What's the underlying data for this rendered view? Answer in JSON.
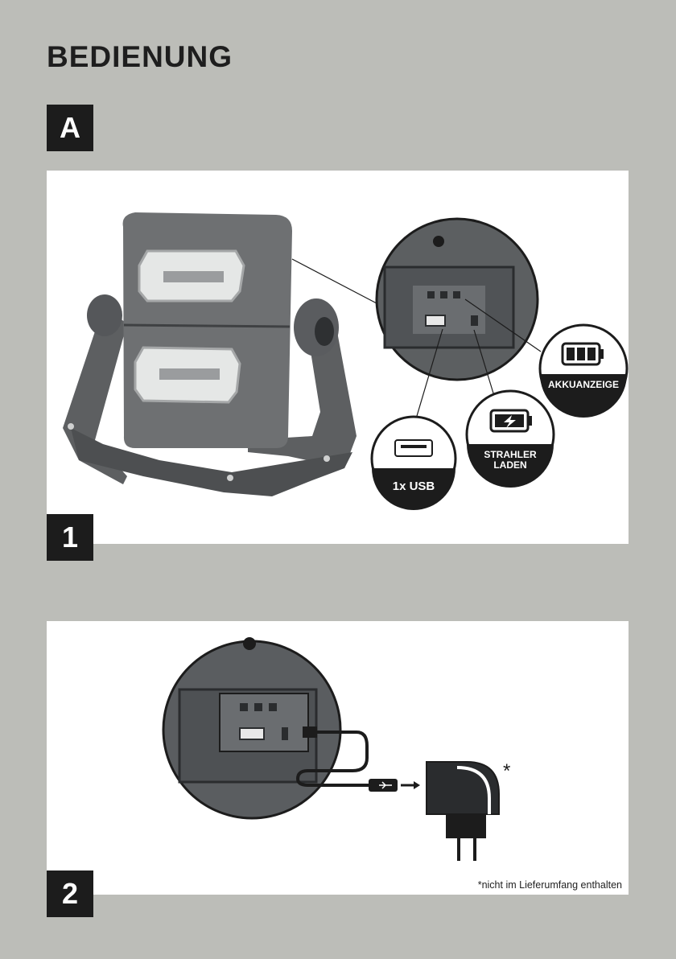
{
  "page": {
    "title": "BEDIENUNG",
    "section_badge": "A"
  },
  "step1": {
    "badge": "1",
    "usb_label": "1x USB",
    "charge_label_line1": "STRAHLER",
    "charge_label_line2": "LADEN",
    "battery_label": "AKKUANZEIGE"
  },
  "step2": {
    "badge": "2",
    "asterisk": "*",
    "footnote": "*nicht im Lieferumfang enthalten"
  }
}
